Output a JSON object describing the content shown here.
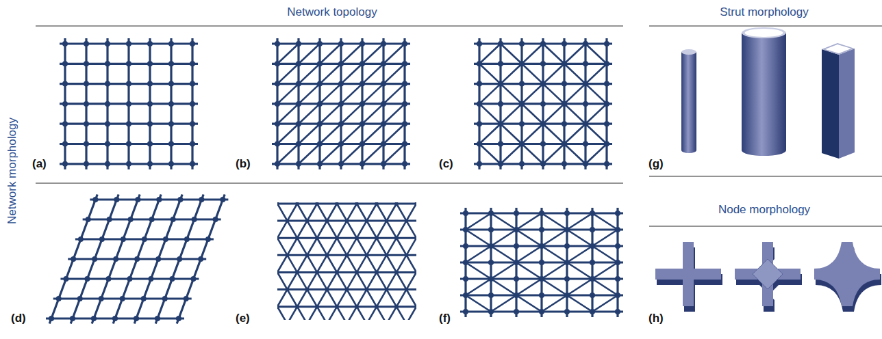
{
  "diagram": {
    "labels": [
      "Network topology",
      "Strut morphology",
      "Node morphology",
      "Network morphology",
      "(a)",
      "(b)",
      "(c)",
      "(d)",
      "(e)",
      "(f)",
      "(g)",
      "(h)"
    ]
  }
}
